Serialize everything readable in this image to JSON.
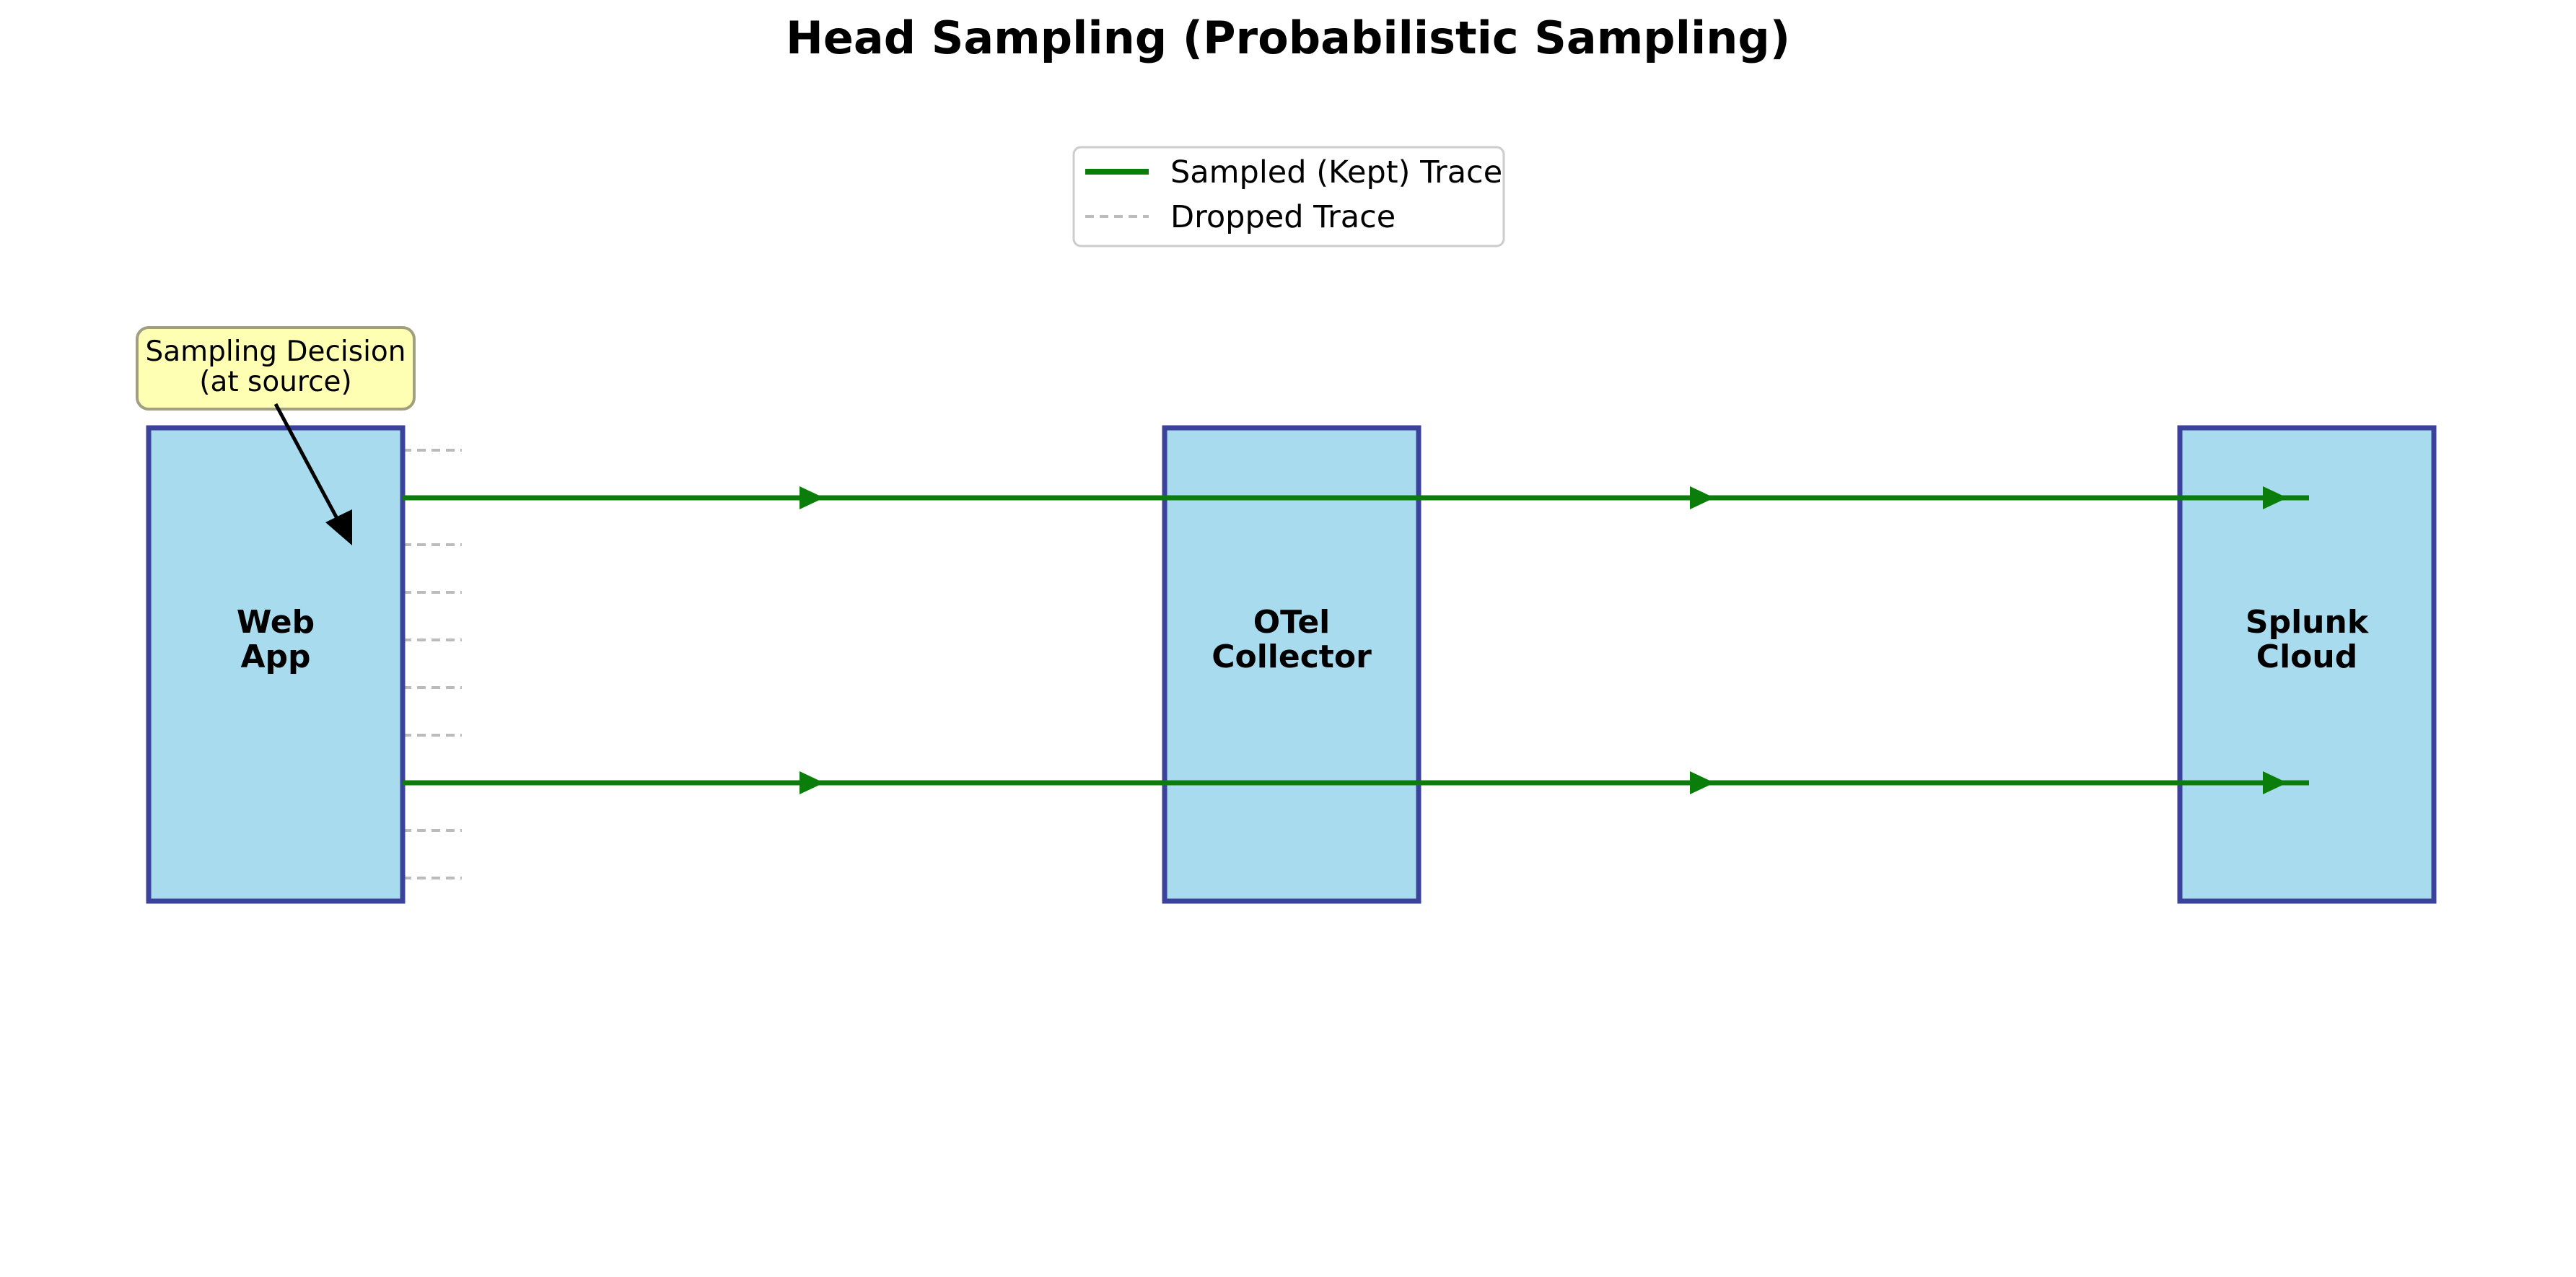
{
  "title": "Head Sampling (Probabilistic Sampling)",
  "legend": {
    "sampled_label": "Sampled (Kept) Trace",
    "dropped_label": "Dropped Trace"
  },
  "nodes": {
    "web_app": {
      "line1": "Web",
      "line2": "App"
    },
    "otel_collector": {
      "line1": "OTel",
      "line2": "Collector"
    },
    "splunk_cloud": {
      "line1": "Splunk",
      "line2": "Cloud"
    }
  },
  "callout": {
    "line1": "Sampling Decision",
    "line2": "(at source)"
  },
  "traces": {
    "total": 10,
    "kept": 2,
    "dropped": 8
  },
  "colors": {
    "box_fill": "#a8dbee",
    "box_stroke": "#3b429b",
    "sampled": "#0b7d0b",
    "dropped": "#bbbbbb",
    "callout_fill": "#ffffb3",
    "callout_stroke": "#a0a080"
  }
}
